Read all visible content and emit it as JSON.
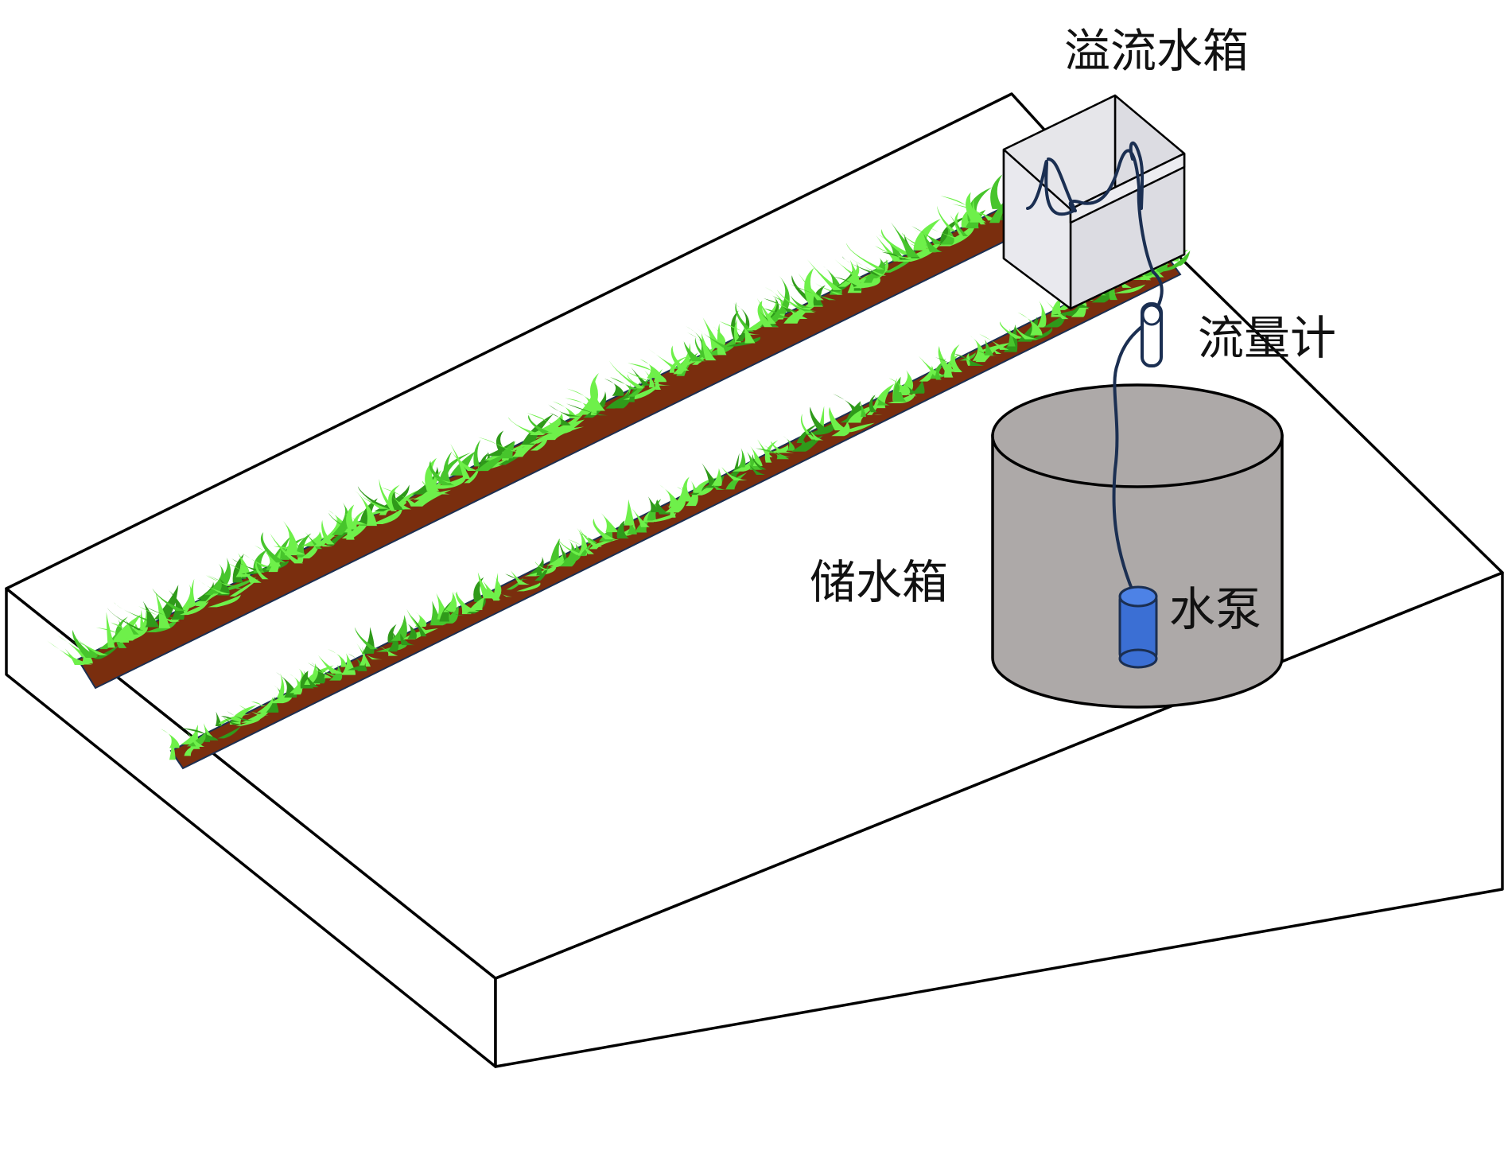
{
  "labels": {
    "overflow_tank": "溢流水箱",
    "flow_meter": "流量计",
    "storage_tank": "储水箱",
    "pump": "水泵"
  },
  "colors": {
    "outline": "#000000",
    "surface": "#ffffff",
    "soil": "#7a2e0e",
    "grass_light": "#6ef04a",
    "grass_dark": "#2f9a1a",
    "grass_mid": "#47c52c",
    "tank_body": "#ada9a8",
    "tank_face": "#e3e3e8",
    "pump": "#3b6fd4",
    "pipe": "#1b2f52"
  }
}
